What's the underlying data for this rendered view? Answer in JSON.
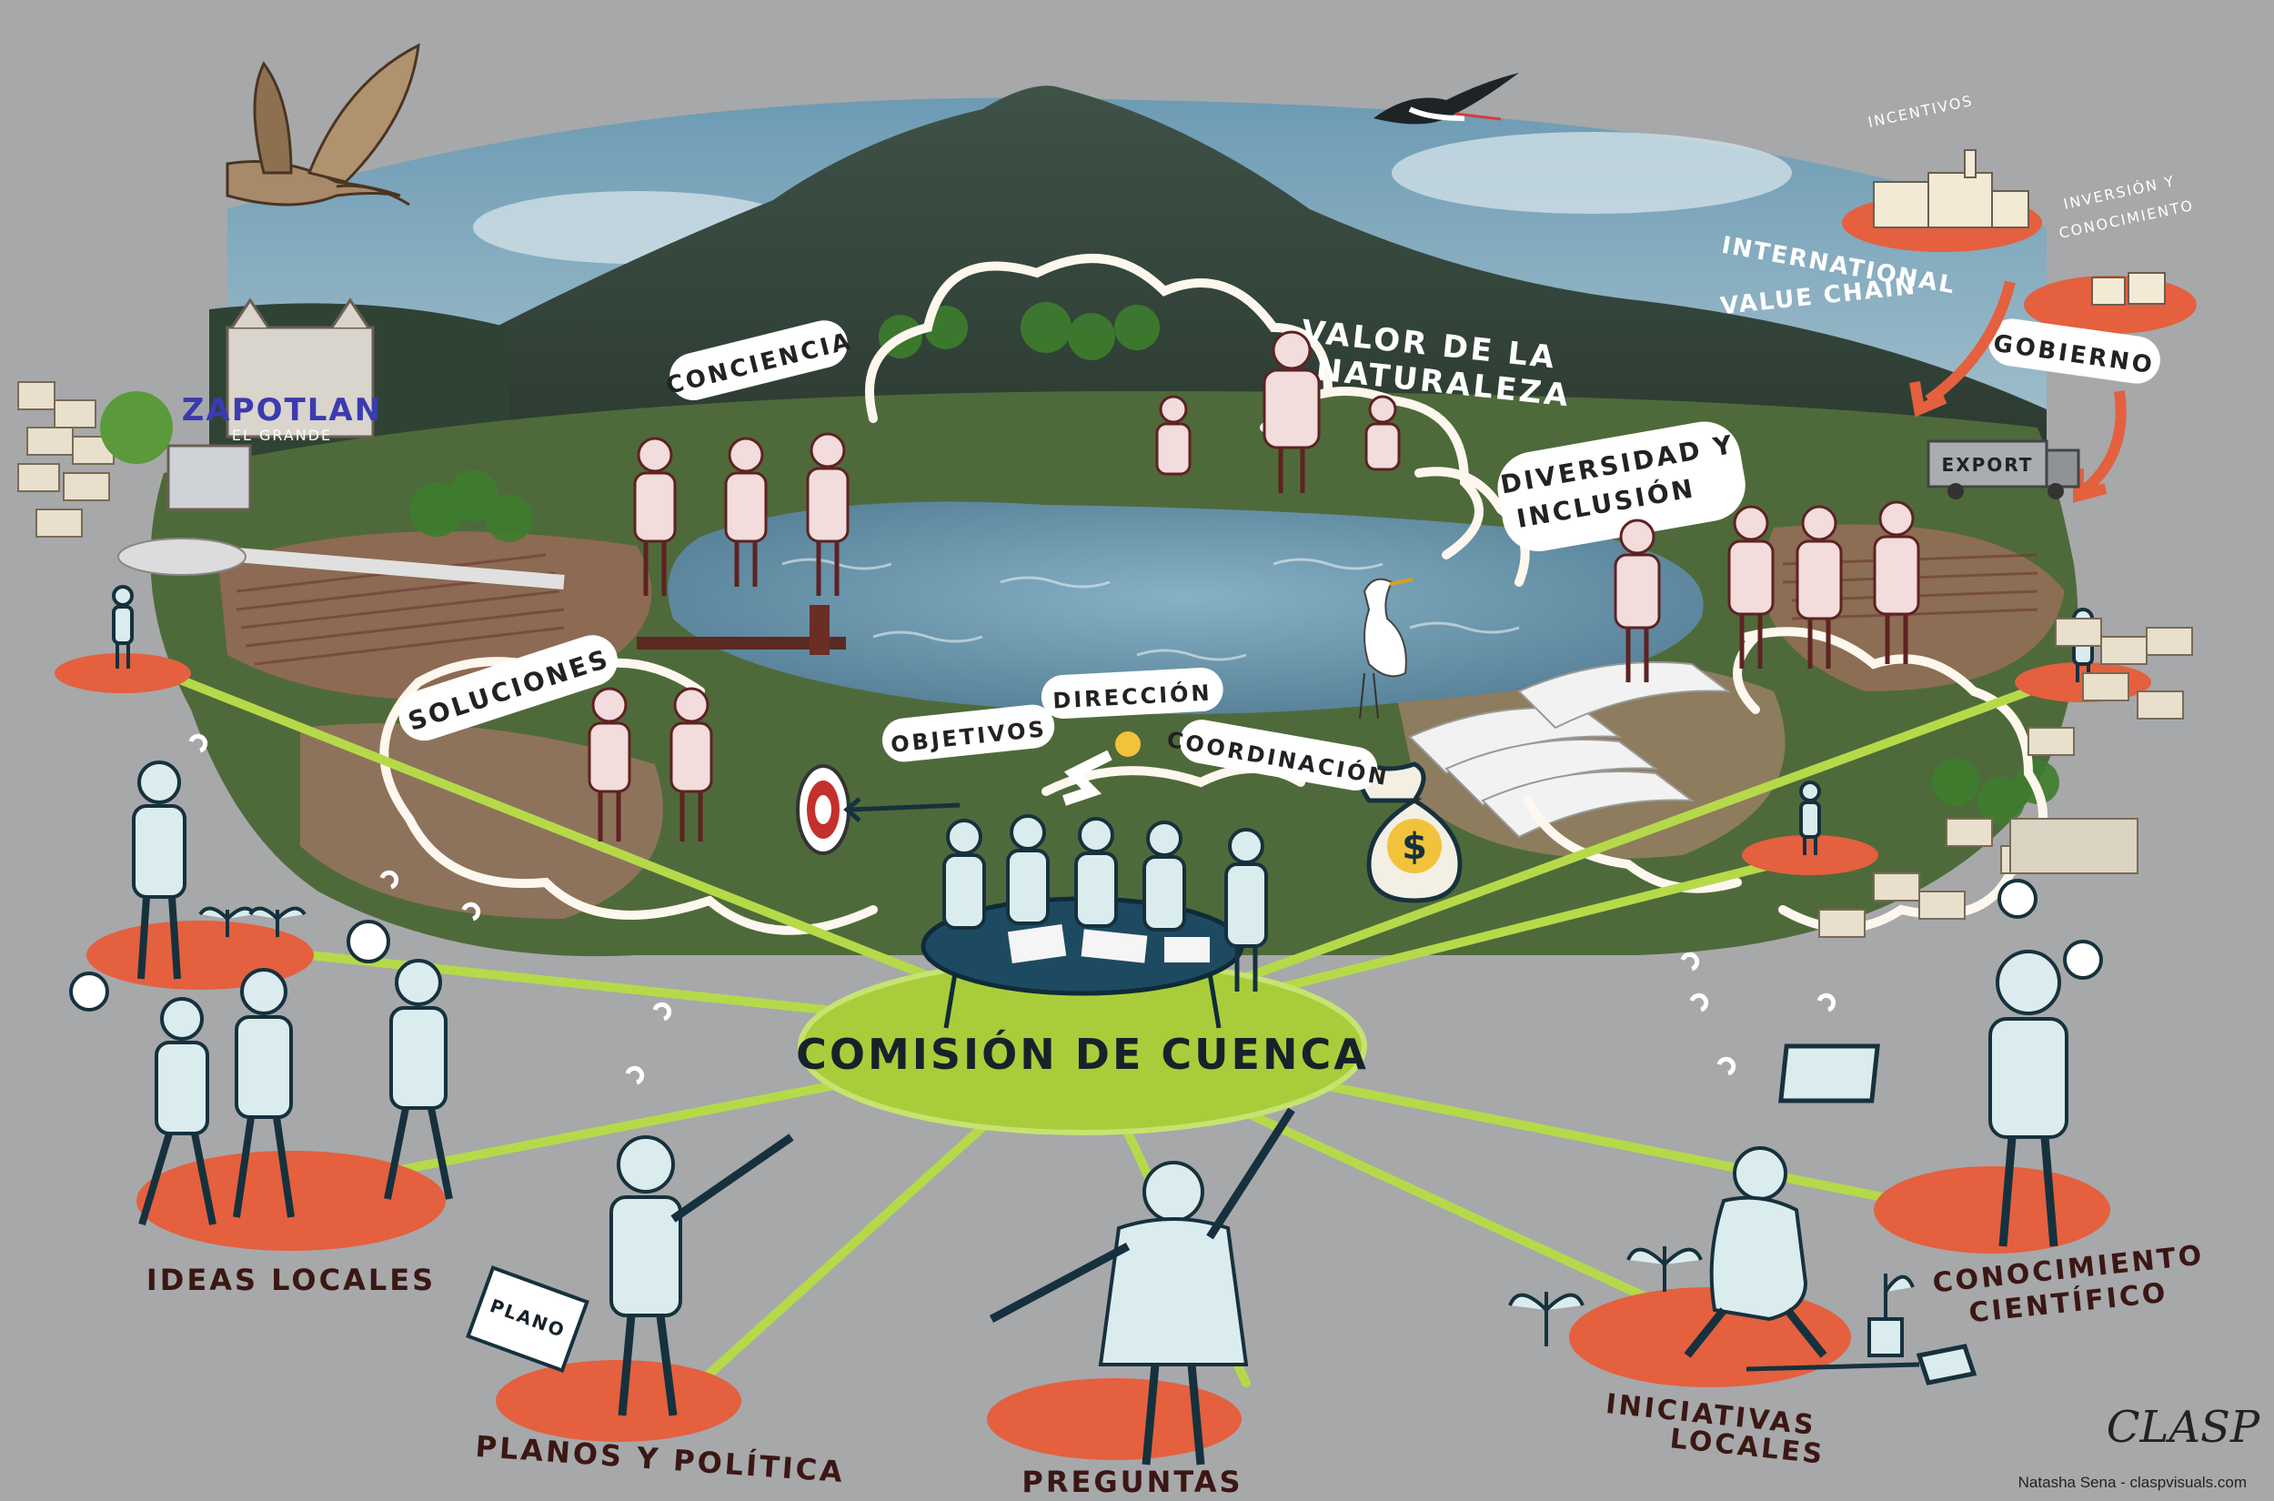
{
  "hub": {
    "label": "COMISIÓN DE CUENCA"
  },
  "cloud_labels": {
    "conciencia": "CONCIENCIA",
    "valor": "VALOR DE LA NATURALEZA",
    "valor_line1": "VALOR DE LA",
    "valor_line2": "NATURALEZA",
    "diversidad_line1": "DIVERSIDAD Y",
    "diversidad_line2": "INCLUSIÓN",
    "soluciones": "SOLUCIONES",
    "objetivos": "OBJETIVOS",
    "direccion": "DIRECCIÓN",
    "coordinacion": "COORDINACIÓN"
  },
  "town": {
    "name": "ZAPOTLAN",
    "subtitle": "EL GRANDE"
  },
  "value_chain": {
    "incentivos": "INCENTIVOS",
    "inversion_line1": "INVERSIÓN Y",
    "inversion_line2": "CONOCIMIENTO",
    "international_line1": "INTERNATIONAL",
    "international_line2": "VALUE CHAIN",
    "gobierno": "GOBIERNO",
    "export": "EXPORT"
  },
  "stakeholders": {
    "ideas_locales": "IDEAS LOCALES",
    "planos_politica": "PLANOS Y POLÍTICA",
    "plano_sign": "PLANO",
    "preguntas": "PREGUNTAS",
    "iniciativas_line1": "INICIATIVAS",
    "iniciativas_line2": "LOCALES",
    "conocimiento_line1": "CONOCIMIENTO",
    "conocimiento_line2": "CIENTÍFICO"
  },
  "credit": {
    "logo": "CLASP",
    "text": "Natasha Sena - claspvisuals.com"
  },
  "colors": {
    "background": "#a7a8aa",
    "hub_green": "#a9cd3a",
    "connector_green": "#b6d94a",
    "stakeholder_orange": "#e4603f",
    "water": "#6f97ae",
    "mountain": "#35473a",
    "label_ink": "#3b1714"
  },
  "icons": [
    "heron-icon",
    "stilt-bird-icon",
    "egret-icon",
    "target-icon",
    "money-bag-icon",
    "lightbulb-icon",
    "truck-icon",
    "factory-icon",
    "shovel-icon",
    "seedling-icon",
    "laptop-icon"
  ]
}
